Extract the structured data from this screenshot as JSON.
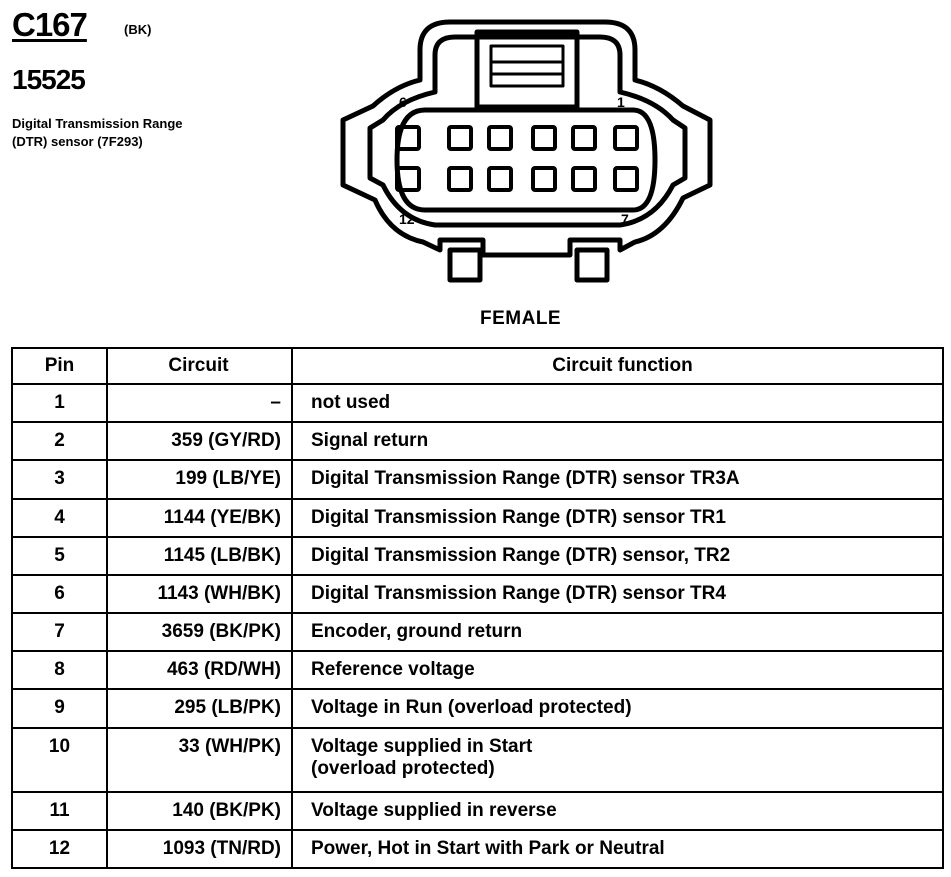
{
  "header": {
    "connector_id": "C167",
    "color_code": "(BK)",
    "part_number": "15525",
    "description_line1": "Digital Transmission Range",
    "description_line2": "(DTR) sensor (7F293)"
  },
  "connector": {
    "gender_label": "FEMALE",
    "label_top_left": "6",
    "label_top_right": "1",
    "label_bottom_left": "12",
    "label_bottom_right": "7"
  },
  "table": {
    "headers": [
      "Pin",
      "Circuit",
      "Circuit function"
    ],
    "rows": [
      {
        "pin": "1",
        "circuit": "–",
        "function": [
          "not used"
        ]
      },
      {
        "pin": "2",
        "circuit": "359 (GY/RD)",
        "function": [
          "Signal return"
        ]
      },
      {
        "pin": "3",
        "circuit": "199 (LB/YE)",
        "function": [
          "Digital Transmission Range (DTR) sensor TR3A"
        ]
      },
      {
        "pin": "4",
        "circuit": "1144 (YE/BK)",
        "function": [
          "Digital Transmission Range (DTR) sensor TR1"
        ]
      },
      {
        "pin": "5",
        "circuit": "1145 (LB/BK)",
        "function": [
          "Digital Transmission Range (DTR) sensor, TR2"
        ]
      },
      {
        "pin": "6",
        "circuit": "1143 (WH/BK)",
        "function": [
          "Digital Transmission Range (DTR) sensor TR4"
        ]
      },
      {
        "pin": "7",
        "circuit": "3659 (BK/PK)",
        "function": [
          "Encoder, ground return"
        ]
      },
      {
        "pin": "8",
        "circuit": "463 (RD/WH)",
        "function": [
          "Reference voltage"
        ]
      },
      {
        "pin": "9",
        "circuit": "295 (LB/PK)",
        "function": [
          "Voltage in Run (overload protected)"
        ]
      },
      {
        "pin": "10",
        "circuit": "33 (WH/PK)",
        "function": [
          "Voltage supplied in Start",
          "(overload protected)"
        ]
      },
      {
        "pin": "11",
        "circuit": "140 (BK/PK)",
        "function": [
          "Voltage supplied in reverse"
        ]
      },
      {
        "pin": "12",
        "circuit": "1093 (TN/RD)",
        "function": [
          "Power, Hot in Start with Park or Neutral"
        ]
      }
    ]
  }
}
